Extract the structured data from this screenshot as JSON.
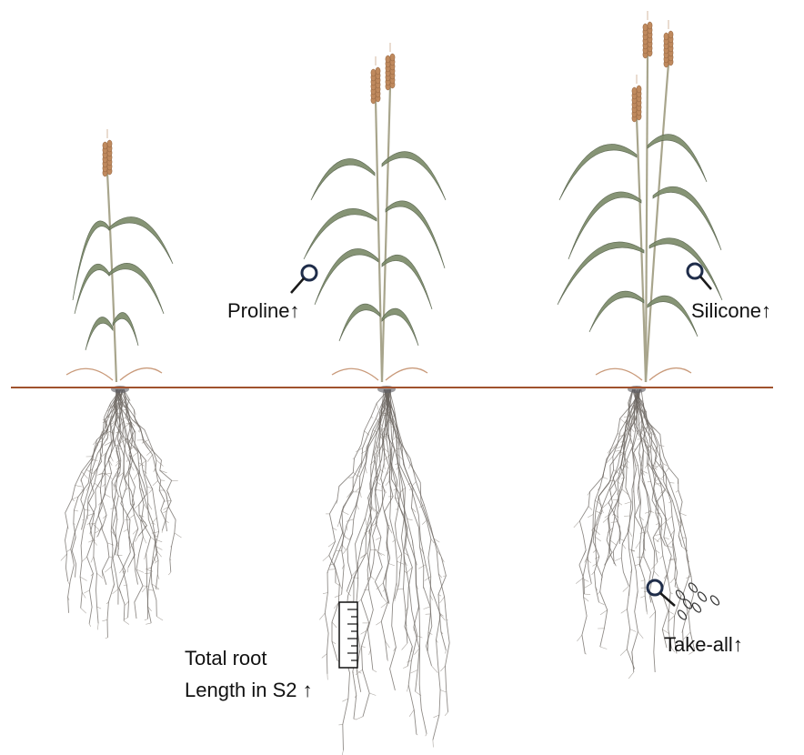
{
  "annotations": {
    "proline": "Proline",
    "silicone": "Silicone",
    "take_all": "Take-all",
    "root_length_line1": "Total root",
    "root_length_line2": "Length in S2"
  },
  "symbols": {
    "increase_arrow": "↑"
  },
  "colors": {
    "soil_line": "#a0522d",
    "leaf": "#7c8b6a",
    "stem": "#a8a58c",
    "spike": "#c08a5e",
    "root": "#6b6560",
    "magnifier": "#1f2d4a"
  },
  "icons": {
    "magnifier": "magnifier-icon",
    "ruler": "ruler-icon",
    "pathogen": "pathogen-spores-icon"
  }
}
